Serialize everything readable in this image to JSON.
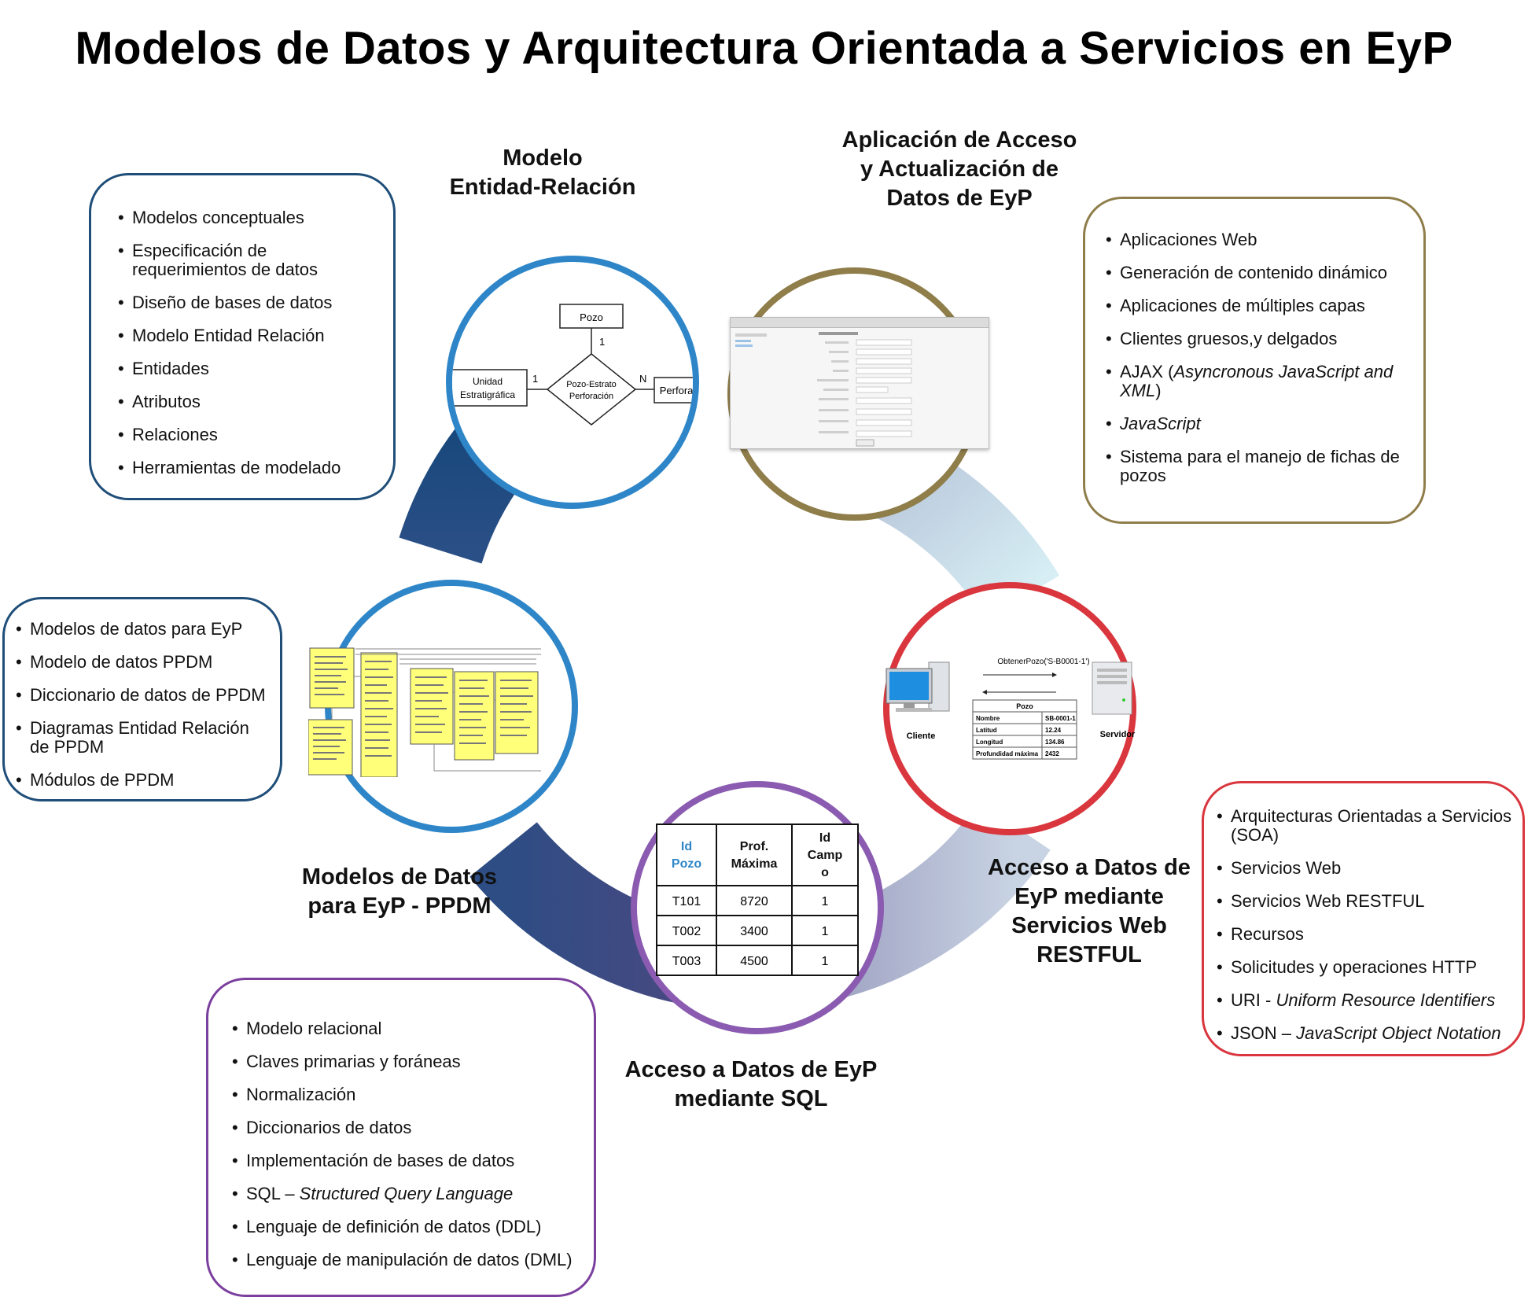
{
  "title": "Modelos de Datos y Arquitectura Orientada a Servicios en EyP",
  "colors": {
    "blue_dark": "#1f4e79",
    "blue": "#2e86c8",
    "olive": "#8f7d4a",
    "red": "#d9363e",
    "purple": "#7b3f9e",
    "table_header_blue": "#2e86c8",
    "ppdm_yellow": "#ffff7a"
  },
  "modules": {
    "er": {
      "label": [
        "Modelo",
        "Entidad-Relación"
      ],
      "items": [
        "Modelos conceptuales",
        "Especificación de requerimientos de datos",
        "Diseño de bases de datos",
        "Modelo Entidad Relación",
        "Entidades",
        "Atributos",
        "Relaciones",
        "Herramientas de modelado"
      ],
      "diagram": {
        "entity_top": "Pozo",
        "entity_left": "Unidad Estratigráfica",
        "entity_right": "Perforación",
        "relation": "Pozo-Estrato Perforación",
        "card_top": "1",
        "card_left": "1",
        "card_right": "N"
      }
    },
    "app": {
      "label": [
        "Aplicación de Acceso",
        "y Actualización de",
        "Datos de EyP"
      ],
      "items": [
        "Aplicaciones Web",
        "Generación de contenido dinámico",
        "Aplicaciones de múltiples capas",
        "Clientes gruesos,y delgados",
        "AJAX (Asyncronous JavaScript and XML)",
        "JavaScript",
        "Sistema para el manejo de fichas de pozos"
      ],
      "screenshot_icon": "web-form-screenshot"
    },
    "ppdm": {
      "label": [
        "Modelos de Datos",
        "para EyP - PPDM"
      ],
      "items": [
        "Modelos de datos para EyP",
        "Modelo de datos PPDM",
        "Diccionario de datos de PPDM",
        "Diagramas Entidad Relación de PPDM",
        "Módulos de PPDM"
      ],
      "diagram_icon": "ppdm-erd-icon"
    },
    "rest": {
      "label": [
        "Acceso a Datos de",
        "EyP mediante",
        "Servicios Web",
        "RESTFUL"
      ],
      "items": [
        "Arquitecturas Orientadas a Servicios (SOA)",
        "Servicios Web",
        "Servicios Web RESTFUL",
        "Recursos",
        "Solicitudes y operaciones HTTP",
        "URI - Uniform Resource Identifiers",
        "JSON – JavaScript Object Notation"
      ],
      "diagram": {
        "request": "ObtenerPozo('S-B0001-1')",
        "client": "Cliente",
        "server": "Servidor",
        "table_title": "Pozo",
        "rows": [
          [
            "Nombre",
            "SB-0001-1"
          ],
          [
            "Latitud",
            "12.24"
          ],
          [
            "Longitud",
            "134.86"
          ],
          [
            "Profundidad máxima",
            "2432"
          ]
        ]
      }
    },
    "sql": {
      "label": [
        "Acceso a Datos de EyP",
        "mediante SQL"
      ],
      "items": [
        "Modelo relacional",
        "Claves primarias y foráneas",
        "Normalización",
        "Diccionarios de datos",
        "Implementación de bases de datos",
        "SQL – Structured Query Language",
        "Lenguaje de definición de datos (DDL)",
        "Lenguaje de manipulación de datos (DML)"
      ],
      "table": {
        "headers": [
          "Id Pozo",
          "Prof. Máxima",
          "Id Campo"
        ],
        "rows": [
          [
            "T101",
            "8720",
            "1"
          ],
          [
            "T002",
            "3400",
            "1"
          ],
          [
            "T003",
            "4500",
            "1"
          ]
        ]
      }
    }
  }
}
